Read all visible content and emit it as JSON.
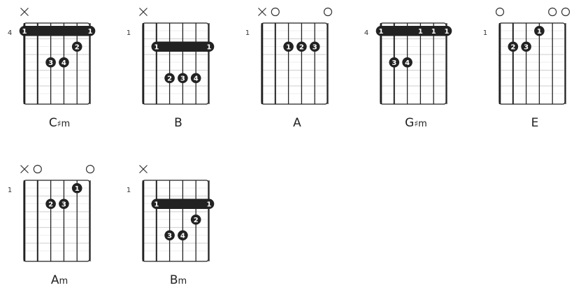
{
  "chords": [
    {
      "name": "C♯m",
      "root": "C",
      "accidental": "♯",
      "suffix": "m",
      "position": "4",
      "top_markers": [
        "x",
        null,
        null,
        null,
        null,
        null
      ],
      "barre": {
        "fret": 1,
        "from_string": 1,
        "to_string": 6,
        "ends": [
          "1",
          "1"
        ]
      },
      "dots": [
        {
          "string": 5,
          "fret": 2,
          "finger": "2"
        },
        {
          "string": 3,
          "fret": 3,
          "finger": "3"
        },
        {
          "string": 4,
          "fret": 3,
          "finger": "4"
        }
      ]
    },
    {
      "name": "B",
      "root": "B",
      "accidental": "",
      "suffix": "",
      "position": "1",
      "top_markers": [
        "x",
        null,
        null,
        null,
        null,
        null
      ],
      "barre": {
        "fret": 2,
        "from_string": 2,
        "to_string": 6,
        "ends": [
          "1",
          "1"
        ]
      },
      "dots": [
        {
          "string": 3,
          "fret": 4,
          "finger": "2"
        },
        {
          "string": 4,
          "fret": 4,
          "finger": "3"
        },
        {
          "string": 5,
          "fret": 4,
          "finger": "4"
        }
      ]
    },
    {
      "name": "A",
      "root": "A",
      "accidental": "",
      "suffix": "",
      "position": "1",
      "top_markers": [
        "x",
        "o",
        null,
        null,
        null,
        "o"
      ],
      "barre": null,
      "dots": [
        {
          "string": 3,
          "fret": 2,
          "finger": "1"
        },
        {
          "string": 4,
          "fret": 2,
          "finger": "2"
        },
        {
          "string": 5,
          "fret": 2,
          "finger": "3"
        }
      ]
    },
    {
      "name": "G♯m",
      "root": "G",
      "accidental": "♯",
      "suffix": "m",
      "position": "4",
      "top_markers": [
        null,
        null,
        null,
        null,
        null,
        null
      ],
      "barre": {
        "fret": 1,
        "from_string": 1,
        "to_string": 6,
        "ends": [
          "1",
          "1"
        ],
        "extra_labels": [
          {
            "string": 4,
            "finger": "1"
          },
          {
            "string": 5,
            "finger": "1"
          }
        ]
      },
      "dots": [
        {
          "string": 2,
          "fret": 3,
          "finger": "3"
        },
        {
          "string": 3,
          "fret": 3,
          "finger": "4"
        }
      ]
    },
    {
      "name": "E",
      "root": "E",
      "accidental": "",
      "suffix": "",
      "position": "1",
      "top_markers": [
        "o",
        null,
        null,
        null,
        "o",
        "o"
      ],
      "barre": null,
      "dots": [
        {
          "string": 4,
          "fret": 1,
          "finger": "1"
        },
        {
          "string": 2,
          "fret": 2,
          "finger": "2"
        },
        {
          "string": 3,
          "fret": 2,
          "finger": "3"
        }
      ]
    },
    {
      "name": "Am",
      "root": "A",
      "accidental": "",
      "suffix": "m",
      "position": "1",
      "top_markers": [
        "x",
        "o",
        null,
        null,
        null,
        "o"
      ],
      "barre": null,
      "dots": [
        {
          "string": 5,
          "fret": 1,
          "finger": "1"
        },
        {
          "string": 3,
          "fret": 2,
          "finger": "2"
        },
        {
          "string": 4,
          "fret": 2,
          "finger": "3"
        }
      ]
    },
    {
      "name": "Bm",
      "root": "B",
      "accidental": "",
      "suffix": "m",
      "position": "1",
      "top_markers": [
        "x",
        null,
        null,
        null,
        null,
        null
      ],
      "barre": {
        "fret": 2,
        "from_string": 2,
        "to_string": 6,
        "ends": [
          "1",
          "1"
        ]
      },
      "dots": [
        {
          "string": 5,
          "fret": 3,
          "finger": "2"
        },
        {
          "string": 3,
          "fret": 4,
          "finger": "3"
        },
        {
          "string": 4,
          "fret": 4,
          "finger": "4"
        }
      ]
    }
  ]
}
